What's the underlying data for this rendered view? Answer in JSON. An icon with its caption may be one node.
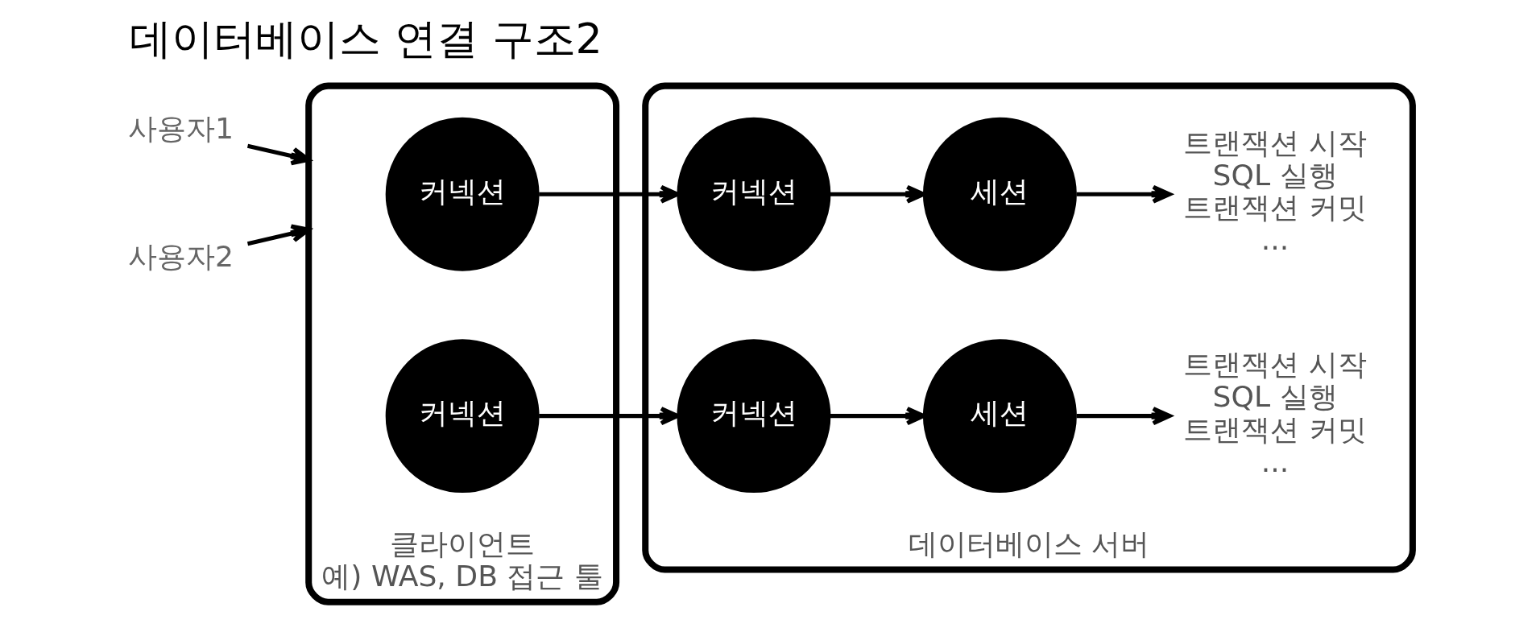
{
  "diagram": {
    "title": "데이터베이스 연결 구조2",
    "nodes": [
      {
        "text": [
          "사용자1"
        ]
      },
      {
        "text": [
          "사용자2"
        ]
      },
      {
        "text": [
          "클라이언트",
          "예) WAS, DB 접근 툴"
        ]
      },
      {
        "text": [
          "커넥션"
        ],
        "in": 2
      },
      {
        "text": [
          "커넥션"
        ],
        "in": 2
      },
      {
        "text": [
          "데이터베이스 서버"
        ]
      },
      {
        "text": [
          "커넥션"
        ],
        "in": 5
      },
      {
        "text": [
          "세션"
        ],
        "in": 5
      },
      {
        "text": [
          "트랜잭션 시작 SQL 실행 트랜잭션 커밋 ..."
        ],
        "in": 5
      },
      {
        "text": [
          "커넥션"
        ],
        "in": 5
      },
      {
        "text": [
          "세션"
        ],
        "in": 5
      },
      {
        "text": [
          "트랜잭션 시작 SQL 실행 트랜잭션 커밋 ..."
        ],
        "in": 5
      }
    ],
    "edges": [
      {
        "from": 0,
        "to": 2,
        "arrow": "to"
      },
      {
        "from": 1,
        "to": 2,
        "arrow": "to"
      },
      {
        "from": 3,
        "to": 6,
        "arrow": "to"
      },
      {
        "from": 6,
        "to": 7,
        "arrow": "to"
      },
      {
        "from": 7,
        "to": 8,
        "arrow": "to"
      },
      {
        "from": 4,
        "to": 9,
        "arrow": "to"
      },
      {
        "from": 9,
        "to": 10,
        "arrow": "to"
      },
      {
        "from": 10,
        "to": 11,
        "arrow": "to"
      }
    ]
  }
}
